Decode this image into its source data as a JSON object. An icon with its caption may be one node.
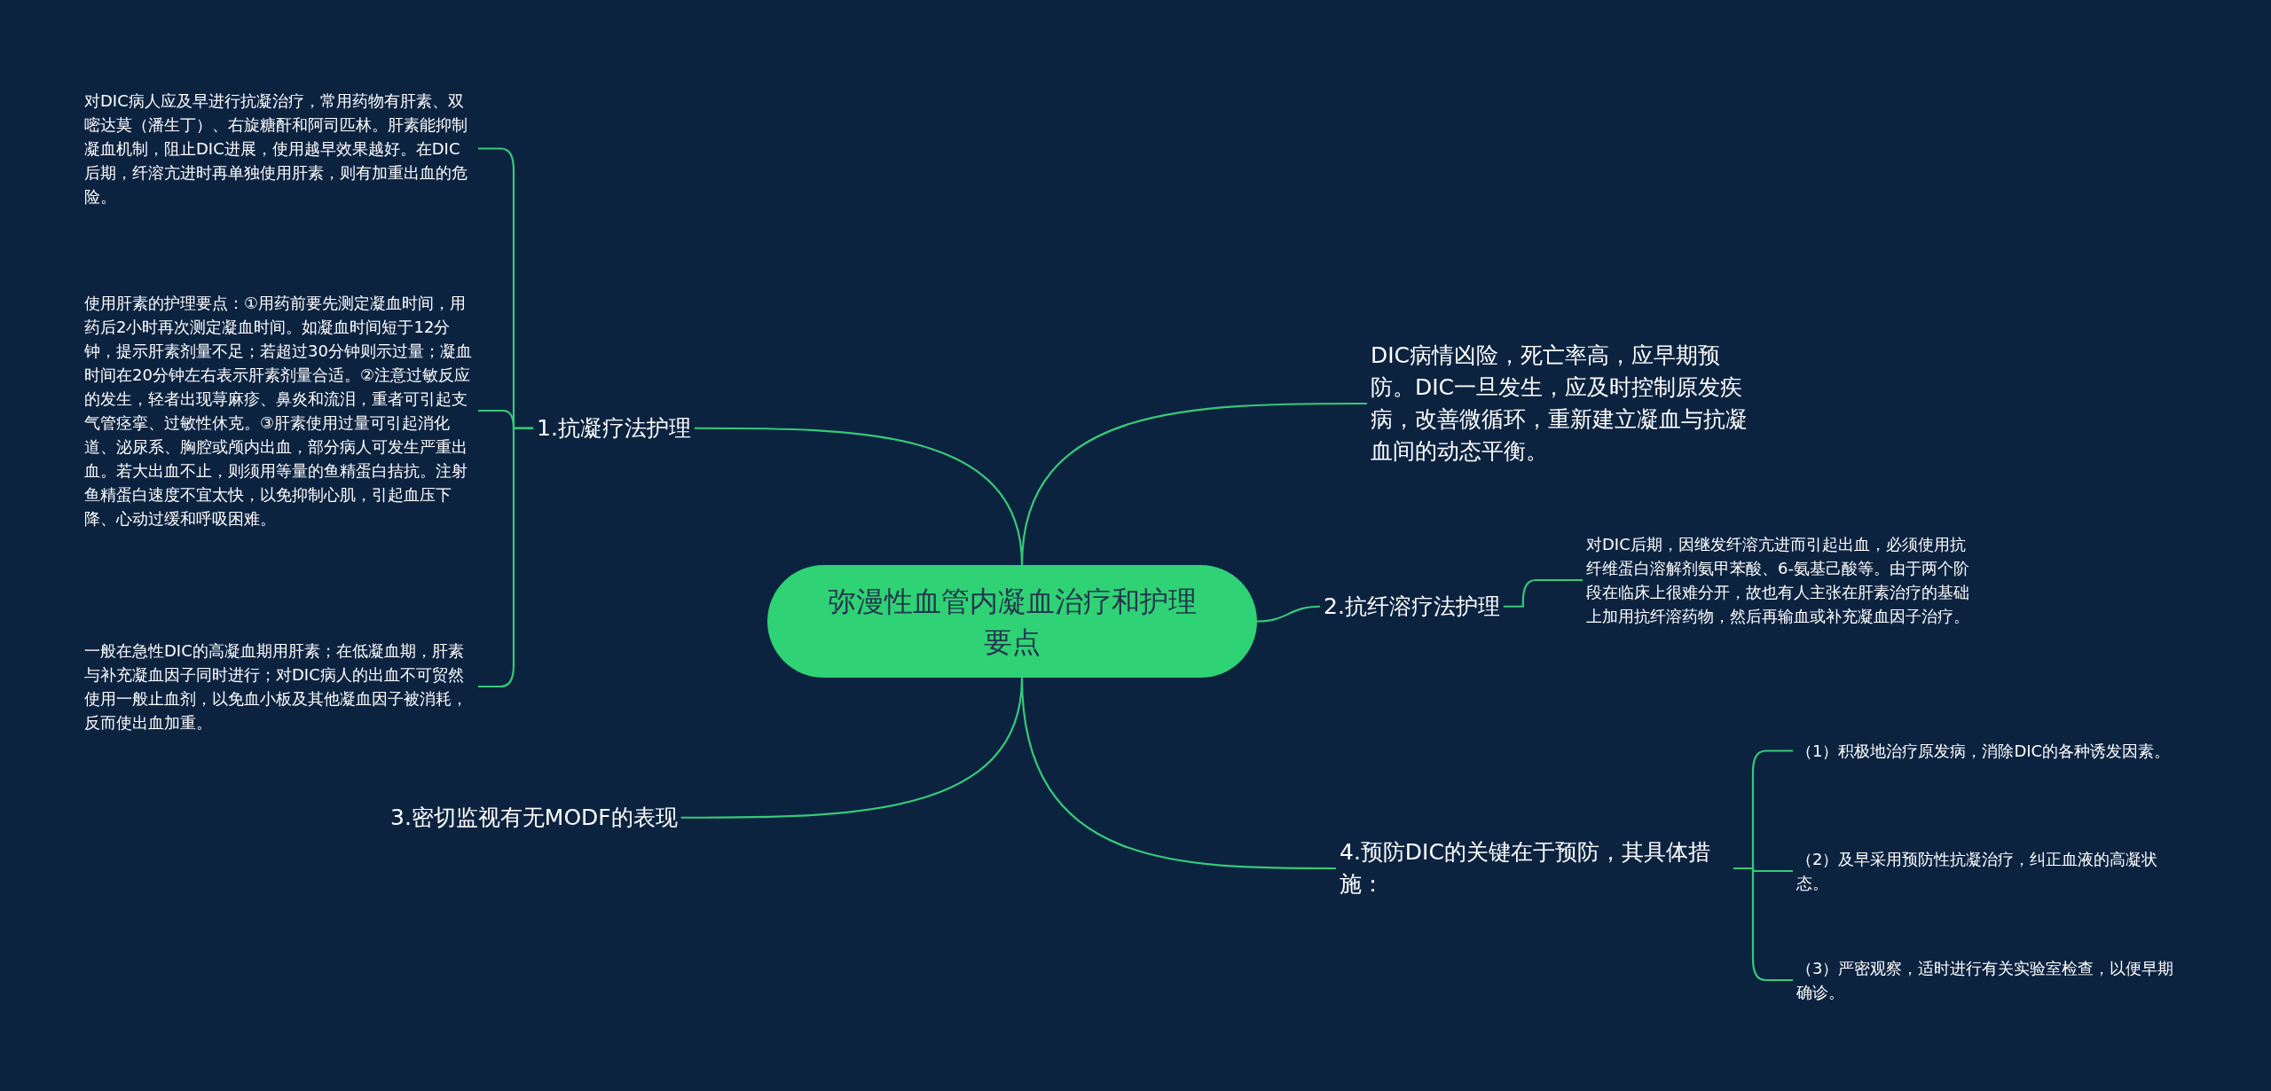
{
  "diagram": {
    "nodes": [
      {
        "text": [
          "弥漫性血管内凝血治疗和护理要点"
        ]
      },
      {
        "text": [
          "1.抗凝疗法护理"
        ]
      },
      {
        "text": [
          "对DIC病人应及早进行抗凝治疗，常用药物有肝素、双嘧达莫（潘生丁）、右旋糖酐和阿司匹林。肝素能抑制凝血机制，阻止DIC进展，使用越早效果越好。在DIC后期，纤溶亢进时再单独使用肝素，则有加重出血的危险。"
        ]
      },
      {
        "text": [
          "使用肝素的护理要点：①用药前要先测定凝血时间，用药后2小时再次测定凝血时间。如凝血时间短于12分钟，提示肝素剂量不足；若超过30分钟则示过量；凝血时间在20分钟左右表示肝素剂量合适。②注意过敏反应的发生，轻者出现荨麻疹、鼻炎和流泪，重者可引起支气管痉挛、过敏性休克。③肝素使用过量可引起消化道、泌尿系、胸腔或颅内出血，部分病人可发生严重出血。若大出血不止，则须用等量的鱼精蛋白拮抗。注射鱼精蛋白速度不宜太快，以免抑制心肌，引起血压下降、心动过缓和呼吸困难。"
        ]
      },
      {
        "text": [
          "一般在急性DIC的高凝血期用肝素；在低凝血期，肝素与补充凝血因子同时进行；对DIC病人的出血不可贸然使用一般止血剂，以免血小板及其他凝血因子被消耗，反而使出血加重。"
        ]
      },
      {
        "text": [
          "3.密切监视有无MODF的表现"
        ]
      },
      {
        "text": [
          "DIC病情凶险，死亡率高，应早期预防。DIC一旦发生，应及时控制原发疾病，改善微循环，重新建立凝血与抗凝血间的动态平衡。"
        ]
      },
      {
        "text": [
          "2.抗纤溶疗法护理"
        ]
      },
      {
        "text": [
          "对DIC后期，因继发纤溶亢进而引起出血，必须使用抗纤维蛋白溶解剂氨甲苯酸、6-氨基己酸等。由于两个阶段在临床上很难分开，故也有人主张在肝素治疗的基础上加用抗纤溶药物，然后再输血或补充凝血因子治疗。"
        ]
      },
      {
        "text": [
          "4.预防DIC的关键在于预防，其具体措施："
        ]
      },
      {
        "text": [
          "（1）积极地治疗原发病，消除DIC的各种诱发因素。"
        ]
      },
      {
        "text": [
          "（2）及早采用预防性抗凝治疗，纠正血液的高凝状态。"
        ]
      },
      {
        "text": [
          "（3）严密观察，适时进行有关实验室检查，以便早期确诊。"
        ]
      }
    ],
    "edges": [
      {
        "from": 0,
        "to": 1,
        "arrow": "none"
      },
      {
        "from": 1,
        "to": 2,
        "arrow": "none"
      },
      {
        "from": 1,
        "to": 3,
        "arrow": "none"
      },
      {
        "from": 1,
        "to": 4,
        "arrow": "none"
      },
      {
        "from": 0,
        "to": 5,
        "arrow": "none"
      },
      {
        "from": 0,
        "to": 6,
        "arrow": "none"
      },
      {
        "from": 0,
        "to": 7,
        "arrow": "none"
      },
      {
        "from": 7,
        "to": 8,
        "arrow": "none"
      },
      {
        "from": 0,
        "to": 9,
        "arrow": "none"
      },
      {
        "from": 9,
        "to": 10,
        "arrow": "none"
      },
      {
        "from": 9,
        "to": 11,
        "arrow": "none"
      },
      {
        "from": 9,
        "to": 12,
        "arrow": "none"
      }
    ]
  }
}
